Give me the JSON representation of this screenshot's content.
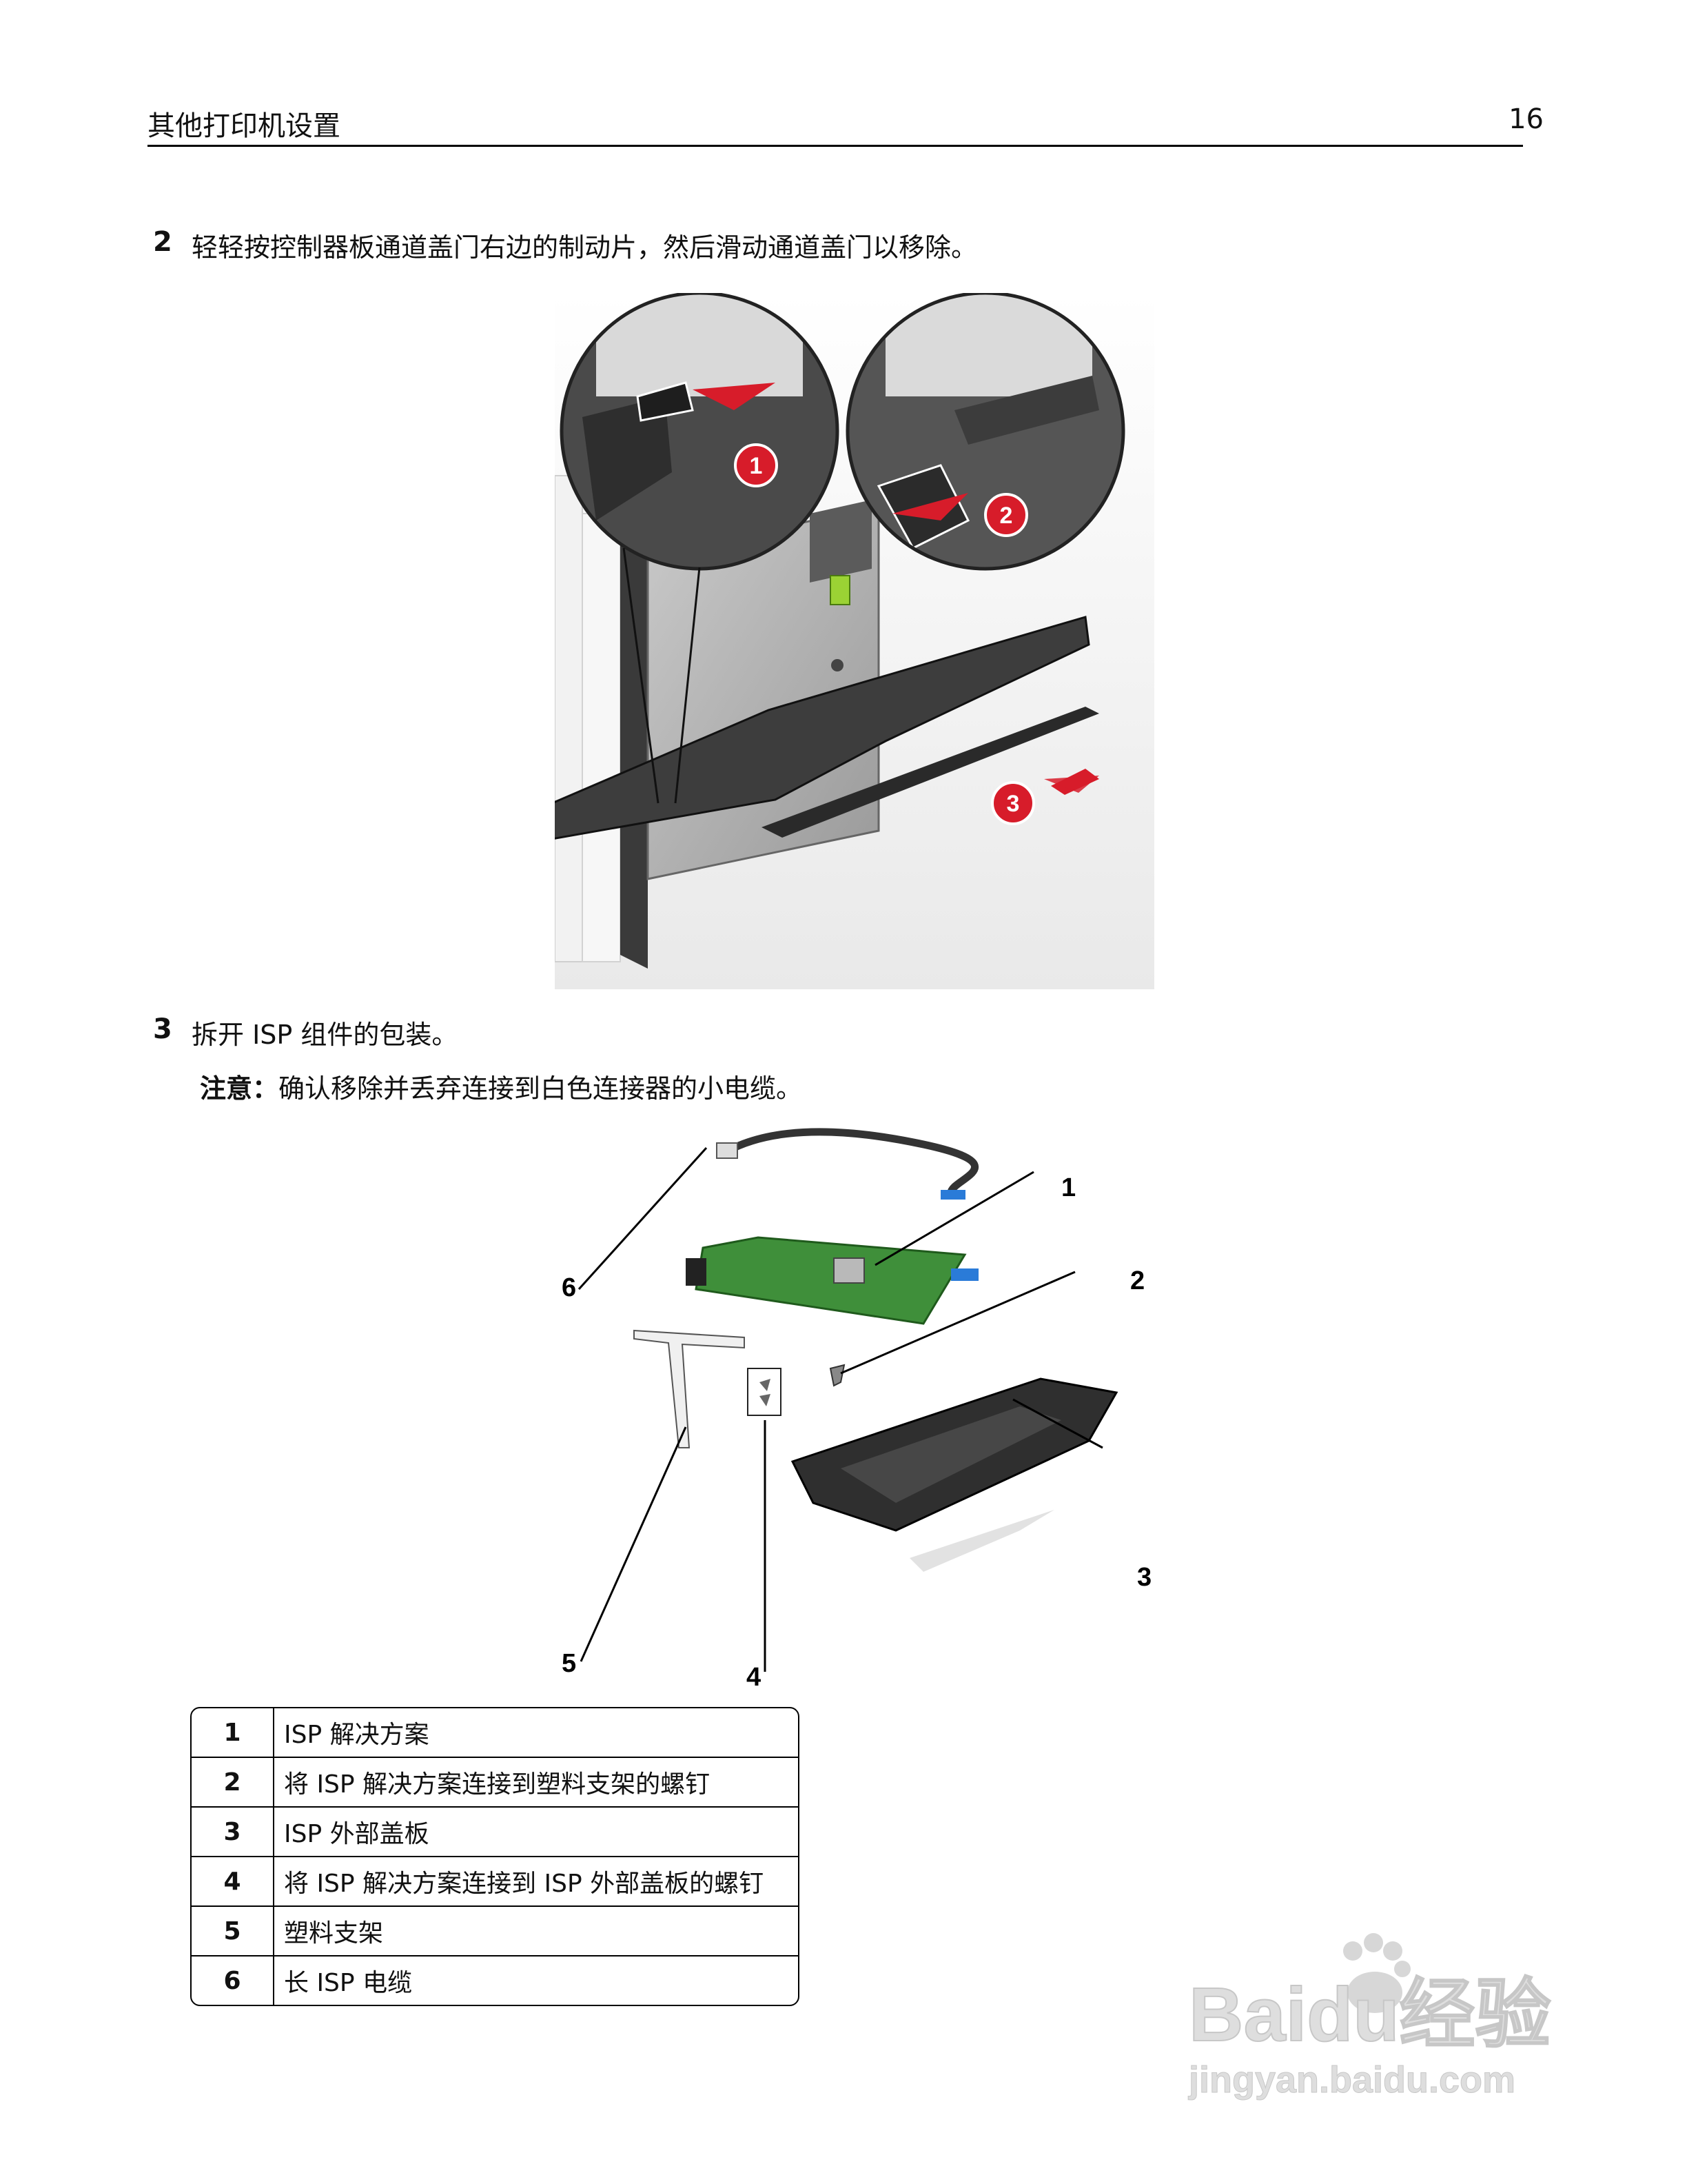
{
  "header": {
    "section_title": "其他打印机设置",
    "page_number": "16"
  },
  "steps": [
    {
      "number": "2",
      "text": "轻轻按控制器板通道盖门右边的制动片，然后滑动通道盖门以移除。"
    },
    {
      "number": "3",
      "text": "拆开 ISP 组件的包装。"
    }
  ],
  "note": {
    "label": "注意：",
    "text": "确认移除并丢弃连接到白色连接器的小电缆。"
  },
  "figure1": {
    "callouts": [
      "1",
      "2",
      "3"
    ]
  },
  "figure2": {
    "callouts": [
      "1",
      "2",
      "3",
      "4",
      "5",
      "6"
    ]
  },
  "legend": [
    {
      "num": "1",
      "desc": "ISP 解决方案"
    },
    {
      "num": "2",
      "desc": "将 ISP 解决方案连接到塑料支架的螺钉"
    },
    {
      "num": "3",
      "desc": "ISP 外部盖板"
    },
    {
      "num": "4",
      "desc": "将 ISP 解决方案连接到 ISP 外部盖板的螺钉"
    },
    {
      "num": "5",
      "desc": "塑料支架"
    },
    {
      "num": "6",
      "desc": "长 ISP 电缆"
    }
  ],
  "watermark": {
    "brand": "Baidu经验",
    "url": "jingyan.baidu.com"
  },
  "colors": {
    "callout_red": "#d71c2a",
    "board_green": "#3f8f3a",
    "connector_blue": "#2a7bd8"
  }
}
